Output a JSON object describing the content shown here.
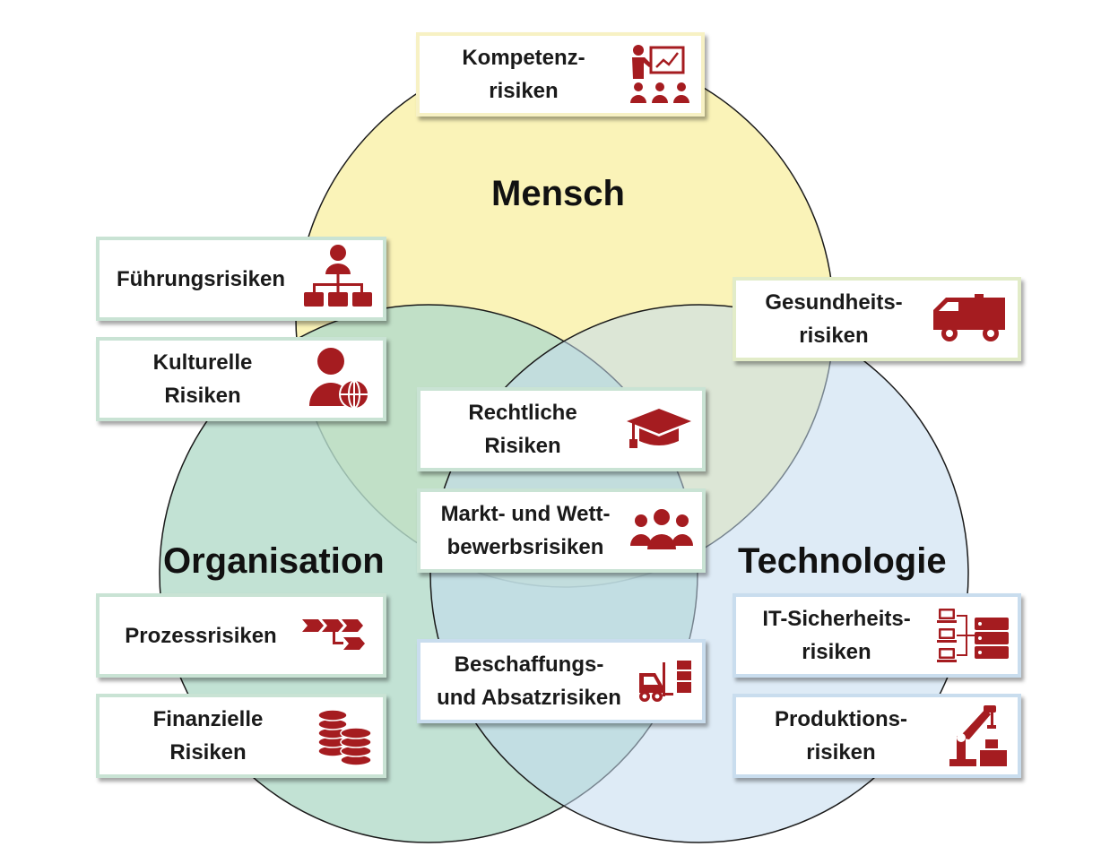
{
  "colors": {
    "mensch": "#faf3b8",
    "organisation": "#b4dccb",
    "technologie": "#c3dbef",
    "icon": "#a51c20",
    "outline": "#1a1a1a"
  },
  "circles": {
    "mensch": "Mensch",
    "organisation": "Organisation",
    "technologie": "Technologie"
  },
  "boxes": {
    "kompetenz": {
      "line1": "Kompetenz-",
      "line2": "risiken",
      "icon": "presentation-icon"
    },
    "fuehrung": {
      "line1": "Führungsrisiken",
      "line2": "",
      "icon": "org-chart-icon"
    },
    "kulturell": {
      "line1": "Kulturelle",
      "line2": "Risiken",
      "icon": "person-globe-icon"
    },
    "gesundheit": {
      "line1": "Gesundheits-",
      "line2": "risiken",
      "icon": "ambulance-icon"
    },
    "rechtlich": {
      "line1": "Rechtliche",
      "line2": "Risiken",
      "icon": "graduation-cap-icon"
    },
    "markt": {
      "line1": "Markt- und Wett-",
      "line2": "bewerbsrisiken",
      "icon": "group-icon"
    },
    "prozess": {
      "line1": "Prozessrisiken",
      "line2": "",
      "icon": "process-flow-icon"
    },
    "beschaffung": {
      "line1": "Beschaffungs-",
      "line2": "und Absatzrisiken",
      "icon": "forklift-icon"
    },
    "it": {
      "line1": "IT-Sicherheits-",
      "line2": "risiken",
      "icon": "server-network-icon"
    },
    "finanz": {
      "line1": "Finanzielle",
      "line2": "Risiken",
      "icon": "coins-icon"
    },
    "produktion": {
      "line1": "Produktions-",
      "line2": "risiken",
      "icon": "robot-arm-icon"
    }
  }
}
